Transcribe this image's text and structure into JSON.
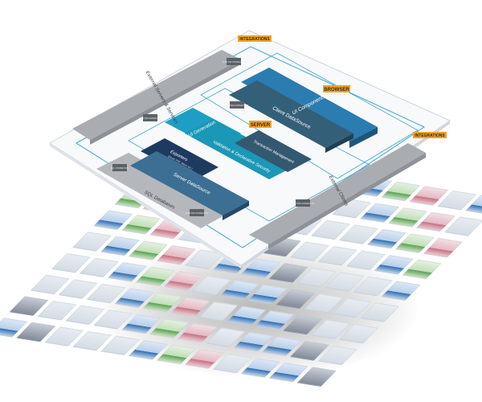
{
  "layers": {
    "integrations_top_left": "INTEGRATIONS",
    "integrations_right": "INTEGRATIONS",
    "browser": "BROWSER",
    "server": "SERVER"
  },
  "browser_blocks": {
    "ui_components": "UI Components",
    "client_datasource": "Client DataSource"
  },
  "server_blocks": {
    "ui_generation": "UI Generation",
    "validation": "Validation & Declarative Security",
    "transaction": "Transaction Management",
    "exporters": "Exporters",
    "exporters_sub": "(Excel, PDF, Word, etc.)",
    "server_datasource": "Server DataSource"
  },
  "side_labels": {
    "external_servers": "External Servers & Services",
    "external_clients": "External Clients",
    "sql_databases": "SQL Databases"
  },
  "small_boxes": {
    "custom_connector_top": "CUSTOM CONNECTOR",
    "custom_connector_mid": "CUSTOM CONNECTOR",
    "server_connector": "SERVER CONNECTOR",
    "sql_connector": "SQL CONNECTOR",
    "custom_connector_bottom": "CUSTOM CONNECTOR",
    "custom_connector_right": "CUSTOM CONNECTOR"
  },
  "colors": {
    "dark_blue": "#1f5f8e",
    "mid_blue": "#2b7cb0",
    "teal": "#1e9ec4",
    "navy": "#1f3a5f",
    "steel": "#4b6d86",
    "grey": "#a9adb2",
    "accent_orange": "#f6a21d",
    "frame_cyan": "#41a7c9"
  }
}
